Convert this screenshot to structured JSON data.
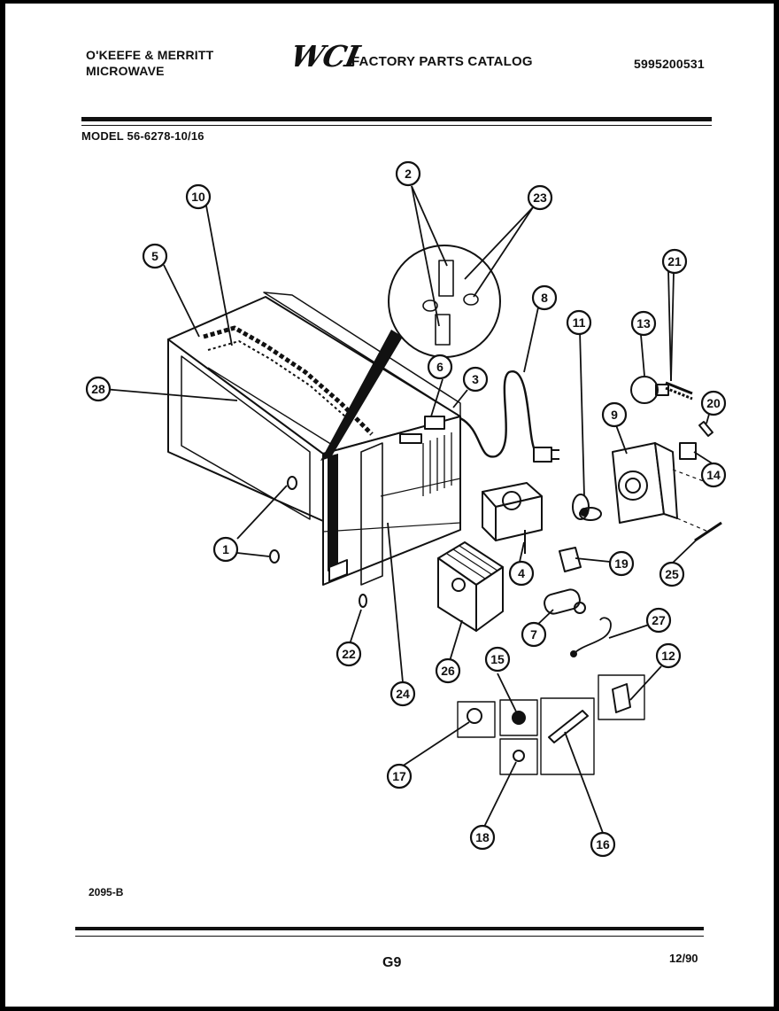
{
  "header": {
    "brand_line1": "O'KEEFE & MERRITT",
    "brand_line2": "MICROWAVE",
    "logo_text": "WCI",
    "catalog_title": "FACTORY PARTS CATALOG",
    "catalog_number": "5995200531",
    "model": "MODEL 56-6278-10/16"
  },
  "diagram": {
    "callouts": [
      "1",
      "2",
      "3",
      "4",
      "5",
      "6",
      "7",
      "8",
      "9",
      "10",
      "11",
      "12",
      "13",
      "14",
      "15",
      "16",
      "17",
      "18",
      "19",
      "20",
      "21",
      "22",
      "23",
      "24",
      "25",
      "26",
      "27",
      "28"
    ]
  },
  "footer": {
    "drawing_number": "2095-B",
    "page_label": "G9",
    "date": "12/90"
  }
}
